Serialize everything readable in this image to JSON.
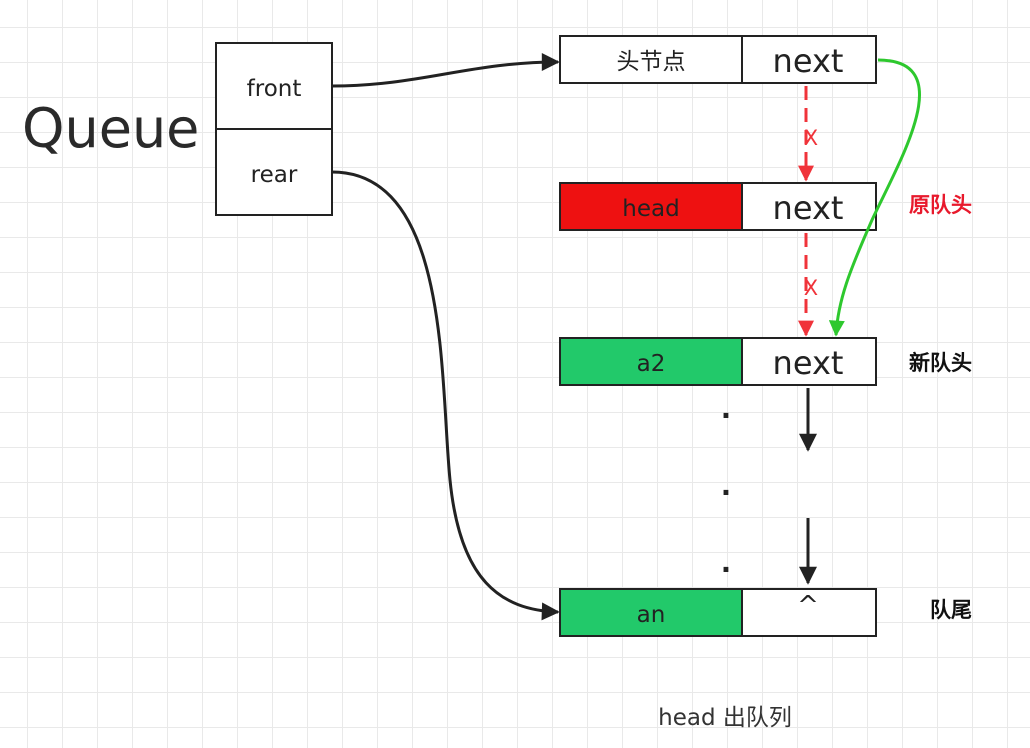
{
  "queue": {
    "title": "Queue",
    "front_label": "front",
    "rear_label": "rear"
  },
  "nodes": [
    {
      "id": "dummy",
      "data": "头节点",
      "next": "next",
      "fill": "#ffffff"
    },
    {
      "id": "head",
      "data": "head",
      "next": "next",
      "fill": "#ee1111"
    },
    {
      "id": "a2",
      "data": "a2",
      "next": "next",
      "fill": "#22c96a"
    },
    {
      "id": "an",
      "data": "an",
      "next": "^",
      "fill": "#22c96a"
    }
  ],
  "labels": {
    "old_head": "原队头",
    "new_head": "新队头",
    "tail": "队尾",
    "caption": "head 出队列",
    "removed_mark": "X",
    "ellipsis": "."
  },
  "colors": {
    "removed_link": "#f0333a",
    "new_link": "#2ec82e",
    "old_head_label": "#e8192c",
    "arrow": "#222222"
  }
}
